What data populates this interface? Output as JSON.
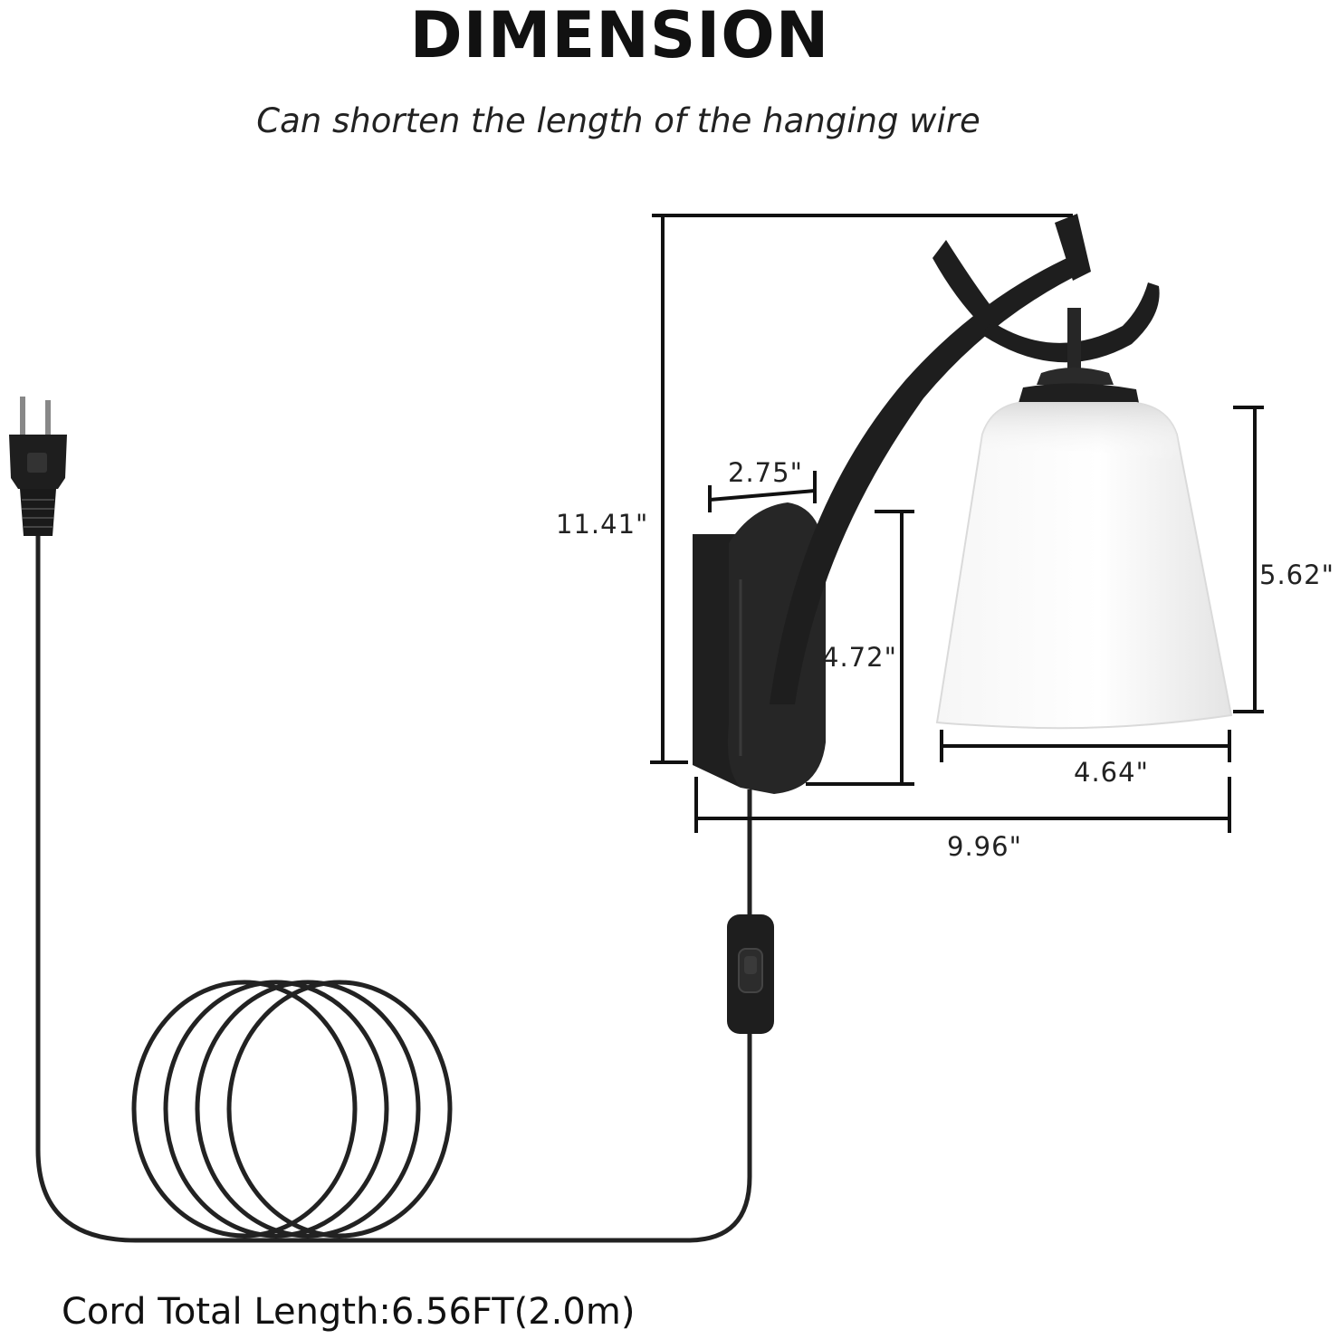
{
  "header": {
    "title": "DIMENSION",
    "subtitle": "Can shorten the length of the hanging wire"
  },
  "dimensions": {
    "total_height": "11.41\"",
    "backplate_width": "2.75\"",
    "backplate_height": "4.72\"",
    "shade_height": "5.62\"",
    "shade_width": "4.64\"",
    "total_extension": "9.96\""
  },
  "footer": {
    "cord_length": "Cord Total Length:6.56FT(2.0m)"
  },
  "colors": {
    "metal": "#1e1e1e",
    "glass": "#f1f1f1",
    "line": "#111111"
  },
  "icons": {
    "plug": "plug-icon",
    "switch": "rocker-switch-icon",
    "lamp": "wall-sconce-icon"
  }
}
